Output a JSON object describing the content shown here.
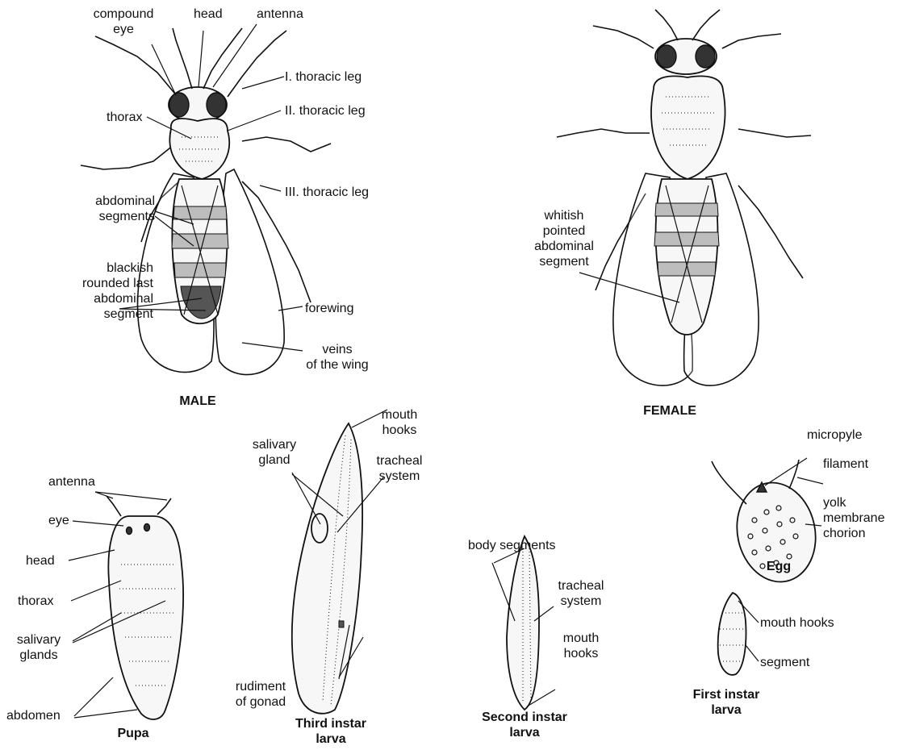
{
  "male": {
    "caption": "MALE",
    "labels": {
      "compound_eye": "compound\neye",
      "head": "head",
      "antenna": "antenna",
      "thoracic_leg_1": "I. thoracic leg",
      "thoracic_leg_2": "II. thoracic leg",
      "thorax": "thorax",
      "thoracic_leg_3": "III. thoracic leg",
      "abdominal_segments": "abdominal\nsegments",
      "last_segment": "blackish\nrounded last\nabdominal\nsegment",
      "forewing": "forewing",
      "veins": "veins\nof the wing"
    }
  },
  "female": {
    "caption": "FEMALE",
    "labels": {
      "pointed_segment": "whitish\npointed\nabdominal\nsegment"
    }
  },
  "pupa": {
    "caption": "Pupa",
    "labels": {
      "antenna": "antenna",
      "eye": "eye",
      "head": "head",
      "thorax": "thorax",
      "salivary_glands": "salivary\nglands",
      "abdomen": "abdomen"
    }
  },
  "third_instar": {
    "caption": "Third instar\nlarva",
    "labels": {
      "mouth_hooks": "mouth\nhooks",
      "salivary_gland": "salivary\ngland",
      "tracheal_system": "tracheal\nsystem",
      "rudiment_of_gonad": "rudiment\nof gonad"
    }
  },
  "second_instar": {
    "caption": "Second instar\nlarva",
    "labels": {
      "body_segments": "body segments",
      "tracheal_system": "tracheal\nsystem",
      "mouth_hooks": "mouth\nhooks"
    }
  },
  "egg": {
    "caption": "Egg",
    "labels": {
      "micropyle": "micropyle",
      "filament": "filament",
      "yolk": "yolk\nmembrane\nchorion"
    }
  },
  "first_instar": {
    "caption": "First instar\nlarva",
    "labels": {
      "mouth_hooks": "mouth hooks",
      "segment": "segment"
    }
  }
}
